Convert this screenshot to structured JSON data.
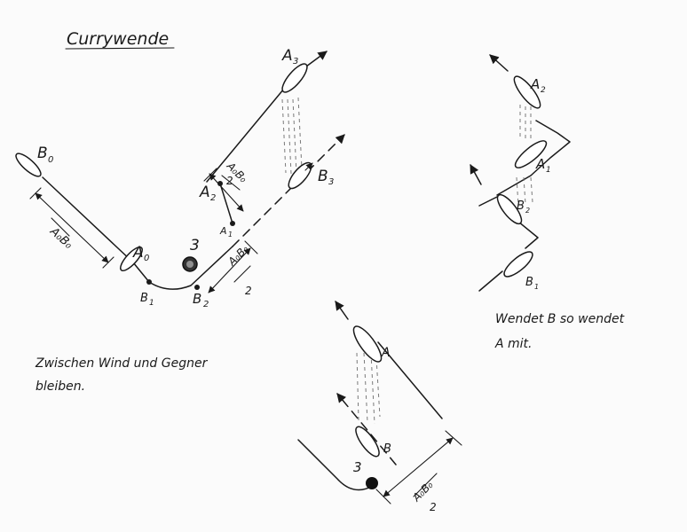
{
  "title": "Currywende",
  "main_diagram": {
    "labels": {
      "b0": "B",
      "b0_sub": "0",
      "a0": "A",
      "a0_sub": "0",
      "b1": "B",
      "b1_sub": "1",
      "b2": "B",
      "b2_sub": "2",
      "b3": "B",
      "b3_sub": "3",
      "a1": "A",
      "a1_sub": "1",
      "a2": "A",
      "a2_sub": "2",
      "a3": "A",
      "a3_sub": "3",
      "mark": "3",
      "dist_full": "A₀B₀",
      "dist_half_num": "A₀B₀",
      "dist_half_den": "2",
      "dist_half2_num": "A₀B₀",
      "dist_half2_den": "2"
    }
  },
  "right_diagram": {
    "labels": {
      "a2": "A",
      "a2_sub": "2",
      "a1": "A",
      "a1_sub": "1",
      "b2": "B",
      "b2_sub": "2",
      "b1": "B",
      "b1_sub": "1"
    },
    "caption_line1": "Wendet B so wendet",
    "caption_line2": "A mit."
  },
  "bottom_diagram": {
    "labels": {
      "a": "A",
      "b": "B",
      "mark": "3",
      "dist_num": "A₀B₀",
      "dist_den": "2"
    }
  },
  "note_line1": "Zwischen Wind und Gegner",
  "note_line2": "bleiben."
}
